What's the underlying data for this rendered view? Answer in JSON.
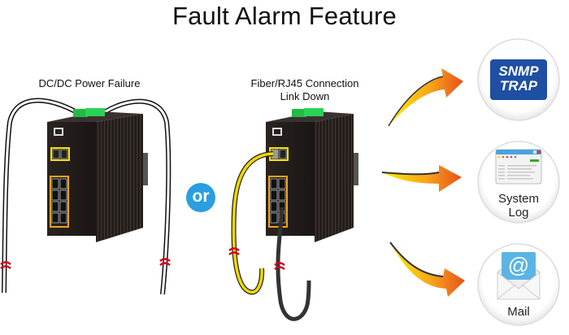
{
  "title": "Fault Alarm Feature",
  "scenarios": [
    {
      "label": "DC/DC Power Failure"
    },
    {
      "label_line1": "Fiber/RJ45 Connection",
      "label_line2": "Link Down"
    }
  ],
  "connector": {
    "label": "or",
    "color": "#2a9ee0"
  },
  "alerts": [
    {
      "name": "snmp-trap",
      "line1": "SNMP",
      "line2": "TRAP",
      "color": "#1e4fa3"
    },
    {
      "name": "system-log",
      "line1": "System",
      "line2": "Log"
    },
    {
      "name": "mail",
      "line1": "Mail",
      "symbol": "@"
    }
  ],
  "colors": {
    "arrow_start": "#ffee00",
    "arrow_end": "#e8501a",
    "terminal_green": "#22bb44",
    "fiber_cable": "#f2d800",
    "break_mark": "#d0021b",
    "sfp_frame": "#f2e200",
    "rj45_frame": "#f5a21c"
  }
}
